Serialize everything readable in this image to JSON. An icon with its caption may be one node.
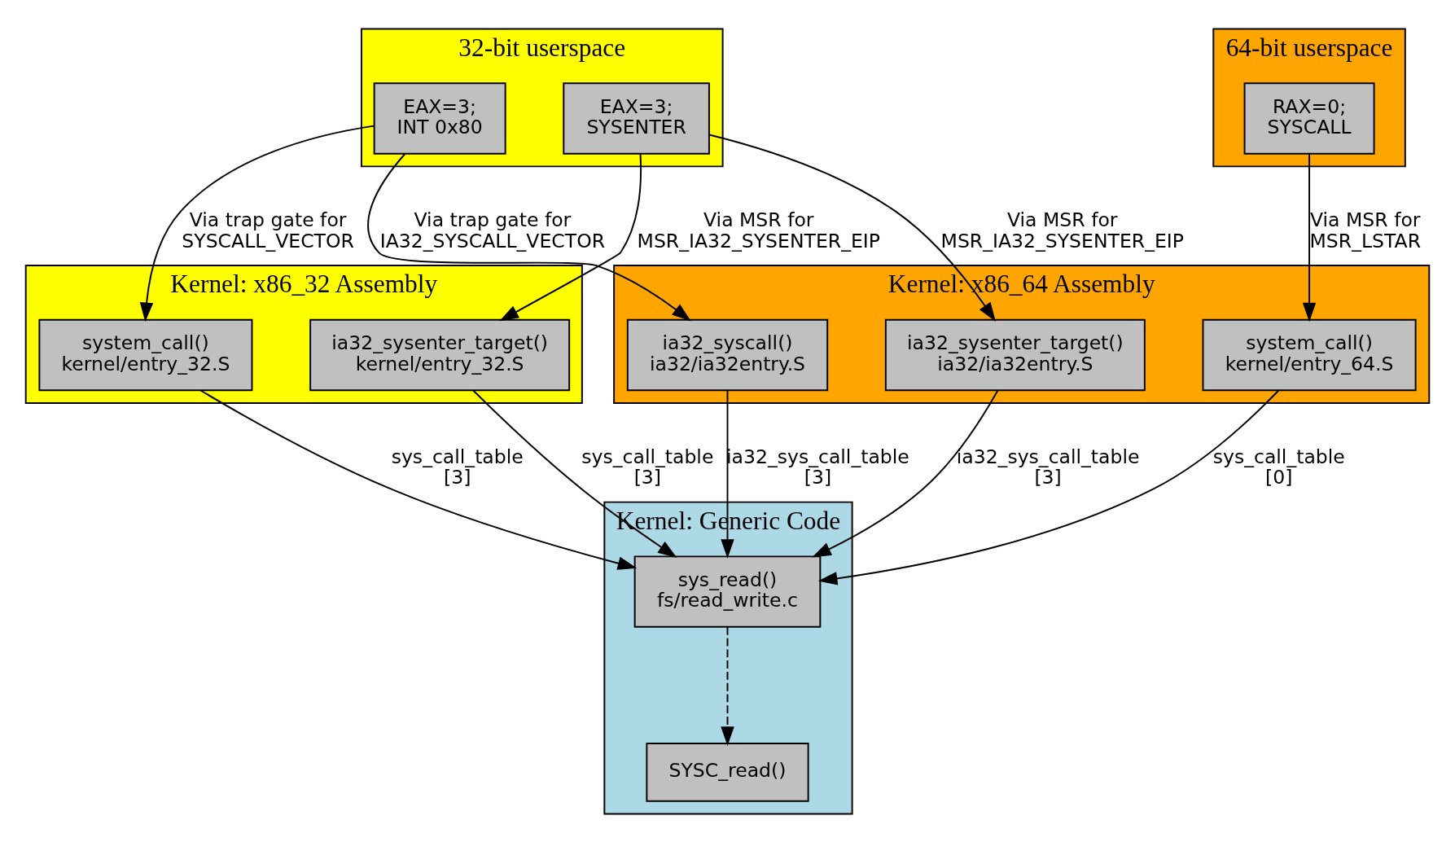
{
  "diagram": {
    "nodes": [
      {
        "text": [
          "32-bit userspace"
        ]
      },
      {
        "text": [
          "EAX=3;",
          "INT 0x80"
        ],
        "in": 0
      },
      {
        "text": [
          "EAX=3;",
          "SYSENTER"
        ],
        "in": 0
      },
      {
        "text": [
          "64-bit userspace"
        ]
      },
      {
        "text": [
          "RAX=0;",
          "SYSCALL"
        ],
        "in": 3
      },
      {
        "text": [
          "Kernel: x86_32 Assembly"
        ]
      },
      {
        "text": [
          "system_call()",
          "kernel/entry_32.S"
        ],
        "in": 5
      },
      {
        "text": [
          "ia32_sysenter_target()",
          "kernel/entry_32.S"
        ],
        "in": 5
      },
      {
        "text": [
          "Kernel: x86_64 Assembly"
        ]
      },
      {
        "text": [
          "ia32_syscall()",
          "ia32/ia32entry.S"
        ],
        "in": 8
      },
      {
        "text": [
          "ia32_sysenter_target()",
          "ia32/ia32entry.S"
        ],
        "in": 8
      },
      {
        "text": [
          "system_call()",
          "kernel/entry_64.S"
        ],
        "in": 8
      },
      {
        "text": [
          "Kernel: Generic Code"
        ]
      },
      {
        "text": [
          "sys_read()",
          "fs/read_write.c"
        ],
        "in": 12
      },
      {
        "text": [
          "SYSC_read()"
        ],
        "in": 12
      }
    ],
    "edges": [
      {
        "from": 1,
        "to": 6,
        "arrow": "to",
        "label": "Via trap gate for SYSCALL_VECTOR"
      },
      {
        "from": 1,
        "to": 9,
        "arrow": "to",
        "label": "Via trap gate for IA32_SYSCALL_VECTOR"
      },
      {
        "from": 2,
        "to": 7,
        "arrow": "to",
        "label": "Via MSR for MSR_IA32_SYSENTER_EIP"
      },
      {
        "from": 2,
        "to": 10,
        "arrow": "to",
        "label": "Via MSR for MSR_IA32_SYSENTER_EIP"
      },
      {
        "from": 4,
        "to": 11,
        "arrow": "to",
        "label": "Via MSR for MSR_LSTAR"
      },
      {
        "from": 6,
        "to": 13,
        "arrow": "to",
        "label": "sys_call_table [3]"
      },
      {
        "from": 7,
        "to": 13,
        "arrow": "to",
        "label": "sys_call_table [3]"
      },
      {
        "from": 9,
        "to": 13,
        "arrow": "to",
        "label": "ia32_sys_call_table [3]"
      },
      {
        "from": 10,
        "to": 13,
        "arrow": "to",
        "label": "ia32_sys_call_table [3]"
      },
      {
        "from": 11,
        "to": 13,
        "arrow": "to",
        "label": "sys_call_table [0]"
      },
      {
        "from": 13,
        "to": 14,
        "arrow": "to",
        "style": "dashed"
      }
    ]
  }
}
